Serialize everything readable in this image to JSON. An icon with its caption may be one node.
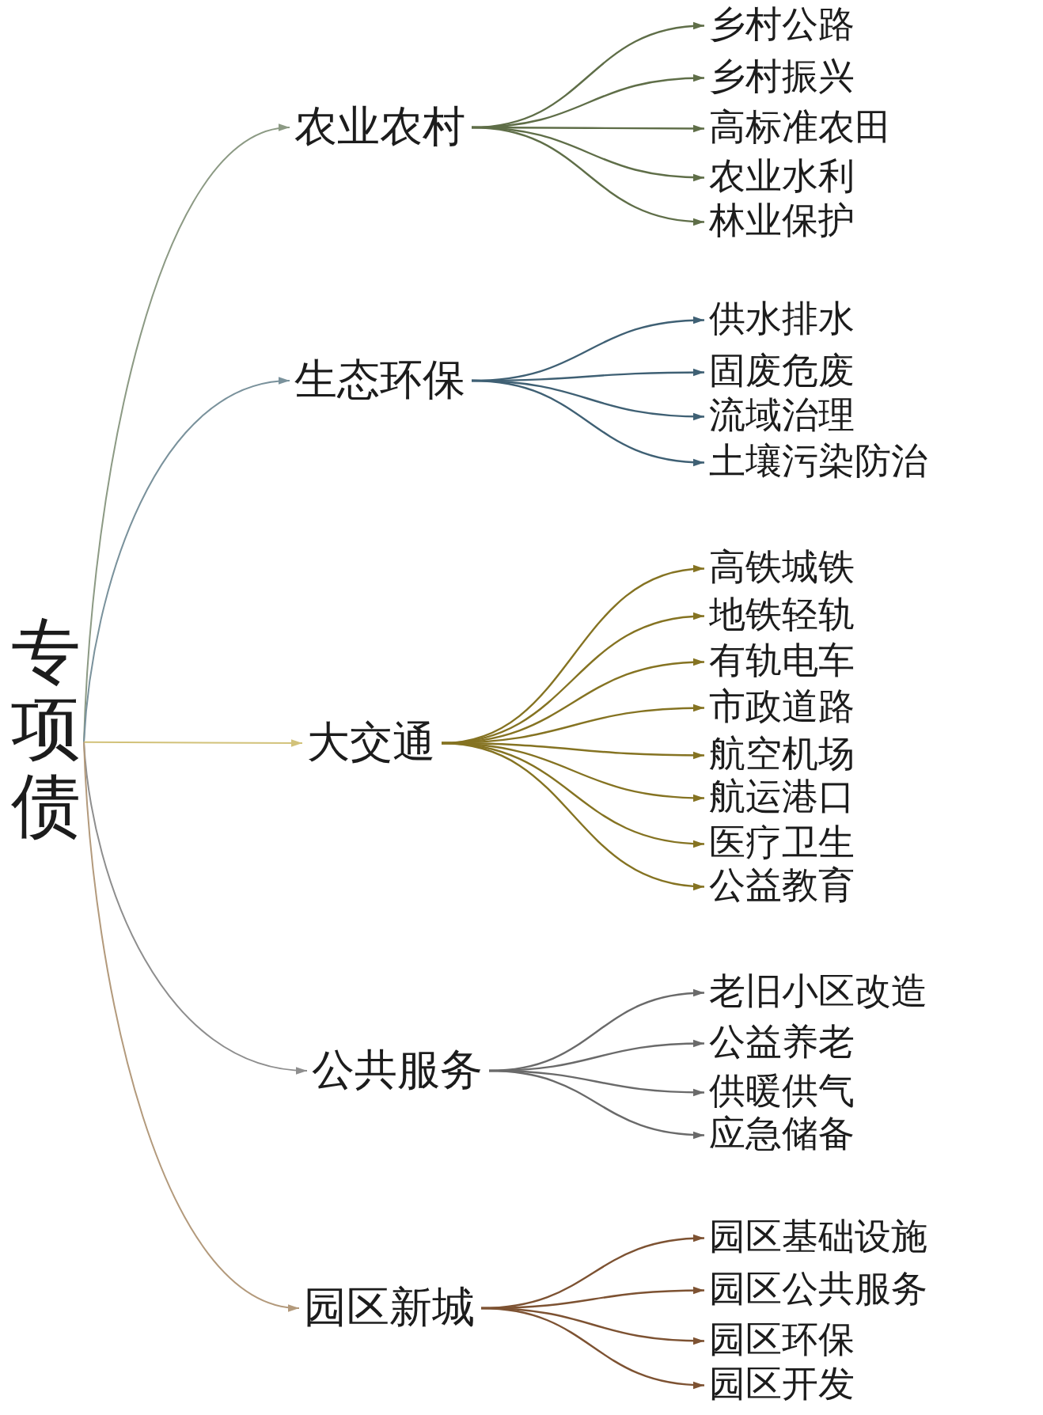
{
  "diagram": {
    "nodes": [
      {
        "text": [
          "专项债"
        ]
      },
      {
        "text": [
          "农业农村"
        ]
      },
      {
        "text": [
          "乡村公路"
        ]
      },
      {
        "text": [
          "乡村振兴"
        ]
      },
      {
        "text": [
          "高标准农田"
        ]
      },
      {
        "text": [
          "农业水利"
        ]
      },
      {
        "text": [
          "林业保护"
        ]
      },
      {
        "text": [
          "生态环保"
        ]
      },
      {
        "text": [
          "供水排水"
        ]
      },
      {
        "text": [
          "固废危废"
        ]
      },
      {
        "text": [
          "流域治理"
        ]
      },
      {
        "text": [
          "土壤污染防治"
        ]
      },
      {
        "text": [
          "大交通"
        ]
      },
      {
        "text": [
          "高铁城铁"
        ]
      },
      {
        "text": [
          "地铁轻轨"
        ]
      },
      {
        "text": [
          "有轨电车"
        ]
      },
      {
        "text": [
          "市政道路"
        ]
      },
      {
        "text": [
          "航空机场"
        ]
      },
      {
        "text": [
          "航运港口"
        ]
      },
      {
        "text": [
          "医疗卫生"
        ]
      },
      {
        "text": [
          "公益教育"
        ]
      },
      {
        "text": [
          "公共服务"
        ]
      },
      {
        "text": [
          "老旧小区改造"
        ]
      },
      {
        "text": [
          "公益养老"
        ]
      },
      {
        "text": [
          "供暖供气"
        ]
      },
      {
        "text": [
          "应急储备"
        ]
      },
      {
        "text": [
          "园区新城"
        ]
      },
      {
        "text": [
          "园区基础设施"
        ]
      },
      {
        "text": [
          "园区公共服务"
        ]
      },
      {
        "text": [
          "园区环保"
        ]
      },
      {
        "text": [
          "园区开发"
        ]
      }
    ],
    "edges": [
      {
        "from": 0,
        "to": 1,
        "arrow": "to",
        "color": "#8c9a84"
      },
      {
        "from": 0,
        "to": 7,
        "arrow": "to",
        "color": "#7a929c"
      },
      {
        "from": 0,
        "to": 12,
        "arrow": "to",
        "color": "#d2c27a"
      },
      {
        "from": 0,
        "to": 21,
        "arrow": "to",
        "color": "#8e8e8e"
      },
      {
        "from": 0,
        "to": 26,
        "arrow": "to",
        "color": "#b39a7c"
      },
      {
        "from": 1,
        "to": 2,
        "arrow": "to",
        "color": "#5f6e48"
      },
      {
        "from": 1,
        "to": 3,
        "arrow": "to",
        "color": "#5f6e48"
      },
      {
        "from": 1,
        "to": 4,
        "arrow": "to",
        "color": "#5f6e48"
      },
      {
        "from": 1,
        "to": 5,
        "arrow": "to",
        "color": "#5f6e48"
      },
      {
        "from": 1,
        "to": 6,
        "arrow": "to",
        "color": "#5f6e48"
      },
      {
        "from": 7,
        "to": 8,
        "arrow": "to",
        "color": "#3f6074"
      },
      {
        "from": 7,
        "to": 9,
        "arrow": "to",
        "color": "#3f6074"
      },
      {
        "from": 7,
        "to": 10,
        "arrow": "to",
        "color": "#3f6074"
      },
      {
        "from": 7,
        "to": 11,
        "arrow": "to",
        "color": "#3f6074"
      },
      {
        "from": 12,
        "to": 13,
        "arrow": "to",
        "color": "#857322"
      },
      {
        "from": 12,
        "to": 14,
        "arrow": "to",
        "color": "#857322"
      },
      {
        "from": 12,
        "to": 15,
        "arrow": "to",
        "color": "#857322"
      },
      {
        "from": 12,
        "to": 16,
        "arrow": "to",
        "color": "#857322"
      },
      {
        "from": 12,
        "to": 17,
        "arrow": "to",
        "color": "#857322"
      },
      {
        "from": 12,
        "to": 18,
        "arrow": "to",
        "color": "#857322"
      },
      {
        "from": 12,
        "to": 19,
        "arrow": "to",
        "color": "#857322"
      },
      {
        "from": 12,
        "to": 20,
        "arrow": "to",
        "color": "#857322"
      },
      {
        "from": 21,
        "to": 22,
        "arrow": "to",
        "color": "#6a6a6a"
      },
      {
        "from": 21,
        "to": 23,
        "arrow": "to",
        "color": "#6a6a6a"
      },
      {
        "from": 21,
        "to": 24,
        "arrow": "to",
        "color": "#6a6a6a"
      },
      {
        "from": 21,
        "to": 25,
        "arrow": "to",
        "color": "#6a6a6a"
      },
      {
        "from": 26,
        "to": 27,
        "arrow": "to",
        "color": "#7d5232"
      },
      {
        "from": 26,
        "to": 28,
        "arrow": "to",
        "color": "#7d5232"
      },
      {
        "from": 26,
        "to": 29,
        "arrow": "to",
        "color": "#7d5232"
      },
      {
        "from": 26,
        "to": 30,
        "arrow": "to",
        "color": "#7d5232"
      }
    ]
  }
}
